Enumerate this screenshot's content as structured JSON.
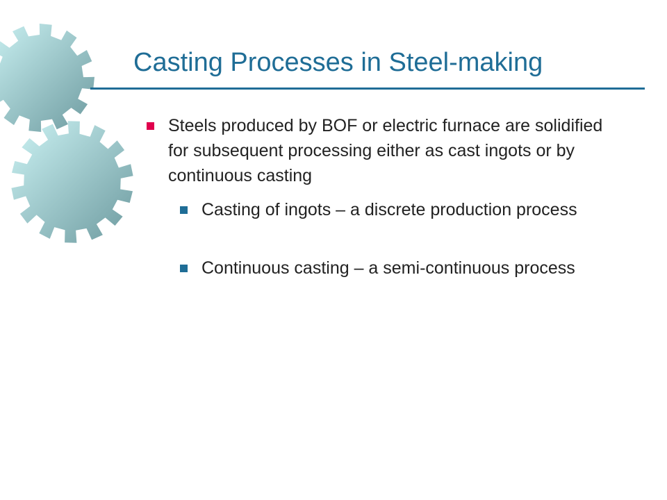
{
  "slide": {
    "title": "Casting Processes in Steel-making",
    "bullets": [
      {
        "text": "Steels produced by BOF or electric furnace are solidified for subsequent processing either as cast ingots or by continuous casting",
        "marker_color": "#e0004d",
        "sub_bullets": [
          {
            "text": "Casting of ingots – a discrete production process"
          },
          {
            "text": "Continuous casting – a semi-continuous process"
          }
        ]
      }
    ]
  },
  "colors": {
    "title": "#1f6d96",
    "rule": "#1f6d96",
    "sub_marker": "#1f6d96",
    "gear_light": "#ccf3f4",
    "gear_dark": "#6d9a9f"
  },
  "decorations": {
    "gears": [
      "gear-icon",
      "gear-icon"
    ]
  }
}
